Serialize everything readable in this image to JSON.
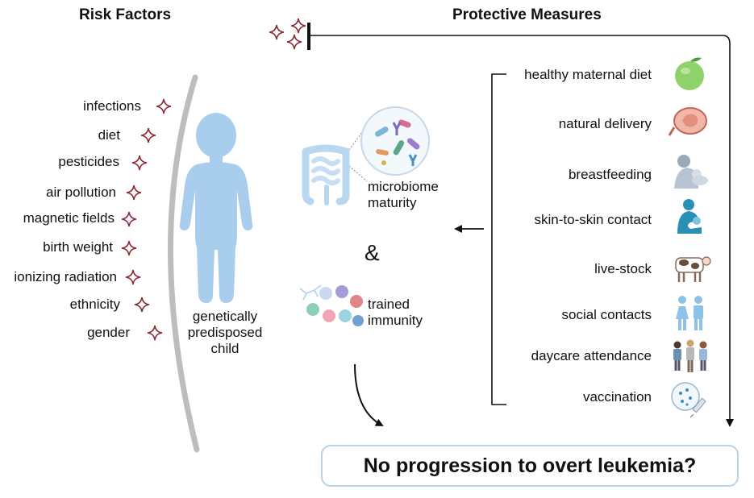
{
  "headers": {
    "risk": "Risk Factors",
    "protective": "Protective Measures"
  },
  "risk_factors": [
    "infections",
    "diet",
    "pesticides",
    "air pollution",
    "magnetic fields",
    "birth weight",
    "ionizing radiation",
    "ethnicity",
    "gender"
  ],
  "child_label": [
    "genetically",
    "predisposed",
    "child"
  ],
  "microbiome_label": [
    "microbiome",
    "maturity"
  ],
  "ampersand": "&",
  "immunity_label": [
    "trained",
    "immunity"
  ],
  "protective_measures": [
    {
      "label": "healthy maternal diet",
      "icon": "guava-icon"
    },
    {
      "label": "natural delivery",
      "icon": "fetus-womb-icon"
    },
    {
      "label": "breastfeeding",
      "icon": "breastfeeding-icon"
    },
    {
      "label": "skin-to-skin contact",
      "icon": "skin-contact-icon"
    },
    {
      "label": "live-stock",
      "icon": "cow-icon"
    },
    {
      "label": "social contacts",
      "icon": "people-icon"
    },
    {
      "label": "daycare attendance",
      "icon": "children-group-icon"
    },
    {
      "label": "vaccination",
      "icon": "syringe-icon"
    }
  ],
  "result": "No progression to overt leukemia?",
  "colors": {
    "star": "#8b2a34",
    "child": "#a9cdec",
    "arc": "#bdbdbd",
    "box_border": "#b9d3ea",
    "line": "#111111"
  }
}
